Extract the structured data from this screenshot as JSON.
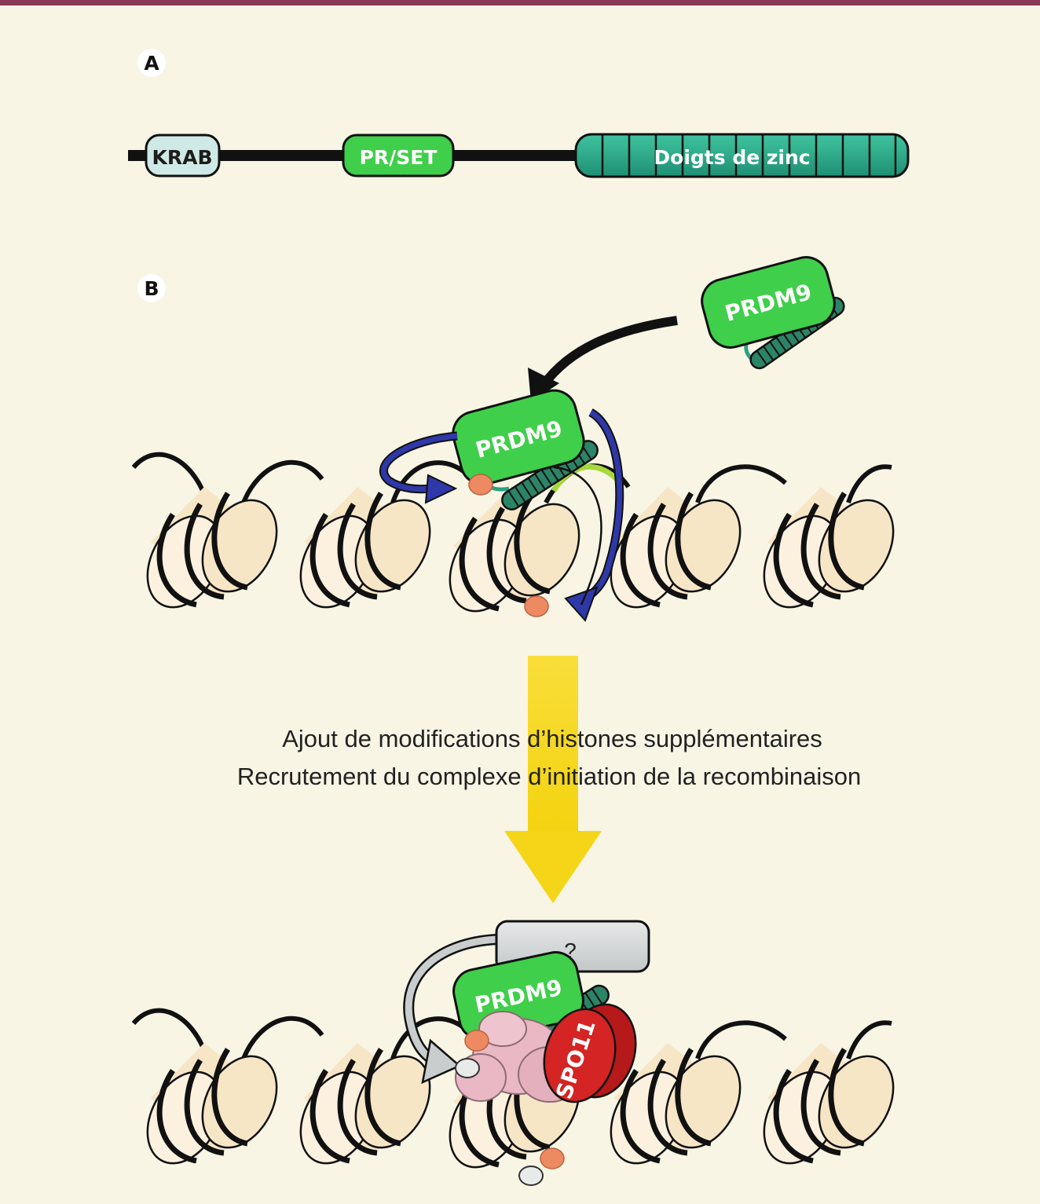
{
  "panels": {
    "a": {
      "letter": "A"
    },
    "b": {
      "letter": "B"
    }
  },
  "domains": {
    "krab": "KRAB",
    "pr_set": "PR/SET",
    "zinc_fingers": "Doigts de zinc"
  },
  "proteins": {
    "prdm9_free": "PRDM9",
    "prdm9_bound": "PRDM9",
    "prdm9_complex": "PRDM9",
    "spo11": "SPO11",
    "unknown_factor": "?"
  },
  "caption": {
    "line1": "Ajout de modifications d’histones supplémentaires",
    "line2": "Recrutement du complexe d’initiation de la recombinaison"
  },
  "colors": {
    "background": "#f8f5e5",
    "top_border": "#8b3a55",
    "prdm9_green": "#3fcf4a",
    "zinc_teal": "#2aa183",
    "krab_fill": "#cfe9e6",
    "nucleosome": "#f7e6c6",
    "methyl_mark": "#ee8a62",
    "arrow_blue": "#2f38a8",
    "yellow_arrow": "#f6d722",
    "spo11_red": "#c81e1e",
    "complex_pink": "#e9b8c4",
    "unknown_grey": "#d5d8d8"
  }
}
